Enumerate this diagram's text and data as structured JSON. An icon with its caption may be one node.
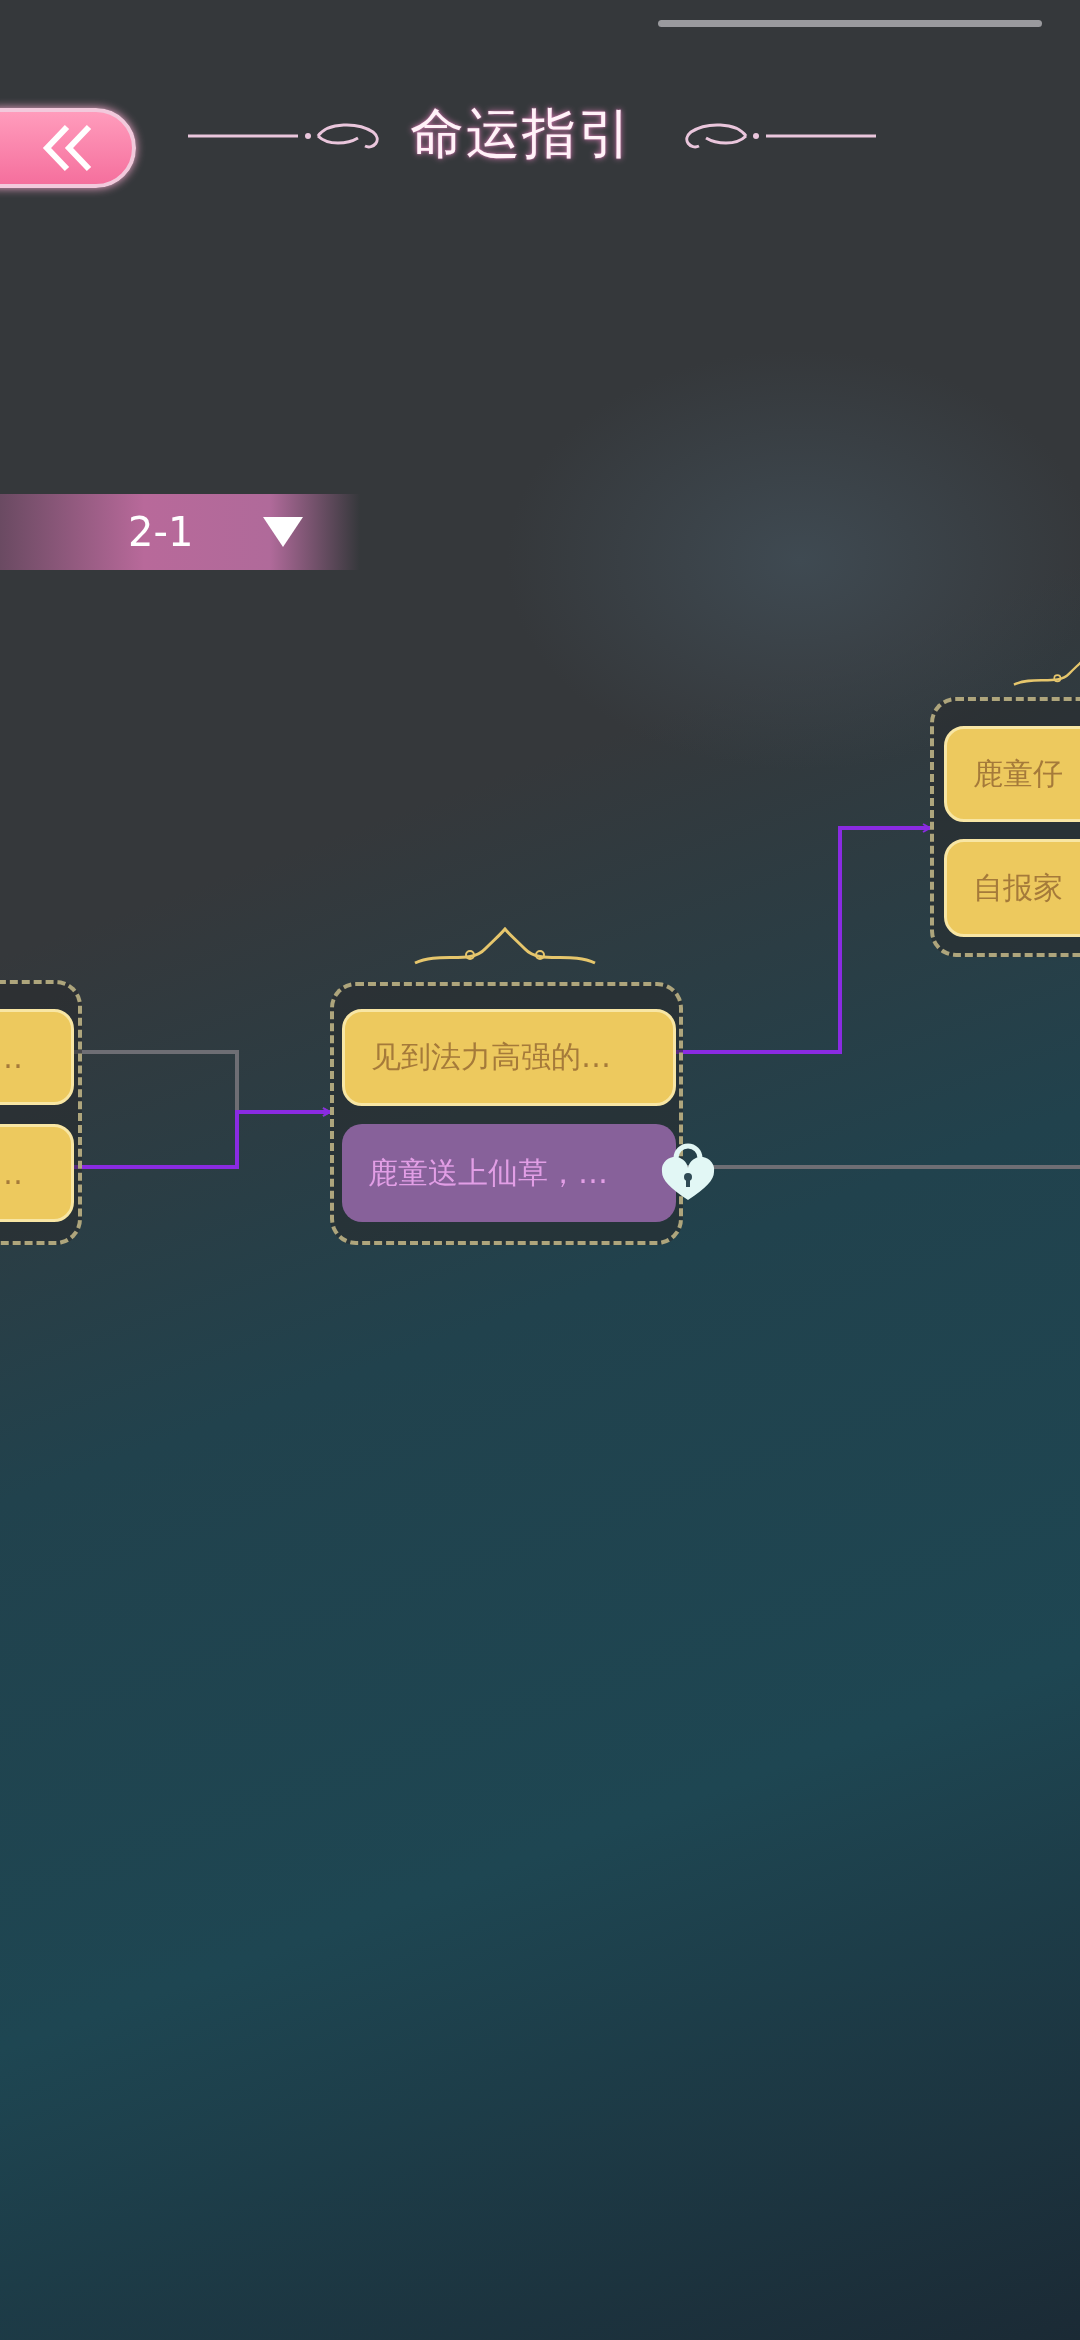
{
  "diagram": {
    "title": "命运指引",
    "nodes": [
      {
        "text": [],
        "shape": "box"
      },
      {
        "text": [
          "…"
        ],
        "in": 0
      },
      {
        "text": [
          "…"
        ],
        "in": 0
      },
      {
        "text": [],
        "shape": "box"
      },
      {
        "text": [
          "见到法力高强的…"
        ],
        "in": 3
      },
      {
        "text": [
          "鹿童送上仙草，…"
        ],
        "in": 3
      },
      {
        "text": [],
        "shape": "box"
      },
      {
        "text": [
          "鹿童仔"
        ],
        "in": 6
      },
      {
        "text": [
          "自报家"
        ],
        "in": 6
      }
    ],
    "edges": [
      {
        "from": 1,
        "to": 3,
        "arrow": "to",
        "color": "#6e6e74"
      },
      {
        "from": 2,
        "to": 3,
        "arrow": "to",
        "color": "#8a2be2"
      },
      {
        "from": 4,
        "to": 6,
        "arrow": "to",
        "color": "#8a2be2"
      },
      {
        "from": 5,
        "to": null,
        "arrow": "none",
        "color": "#6e6e74"
      }
    ],
    "labels": [
      "2-1"
    ]
  }
}
